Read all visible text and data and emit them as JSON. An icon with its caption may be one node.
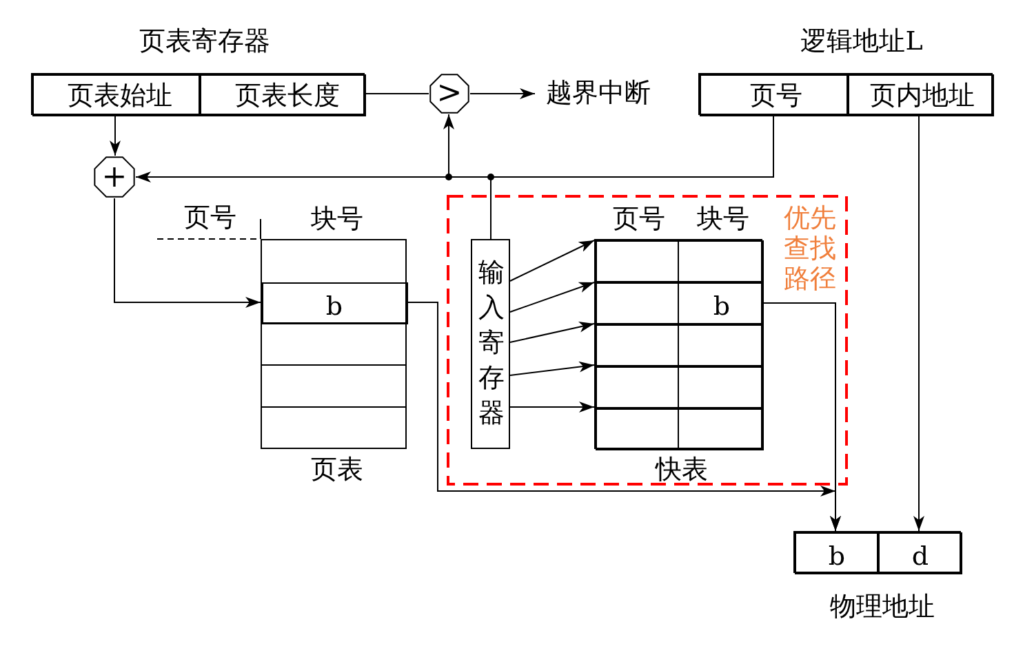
{
  "diagram": {
    "nodes": [
      {
        "text": [
          "页表寄存器"
        ]
      },
      {
        "text": [
          "页表始址"
        ],
        "in": 0
      },
      {
        "text": [
          "页表长度"
        ],
        "in": 0
      },
      {
        "text": [
          ">"
        ]
      },
      {
        "text": [
          "越界中断"
        ]
      },
      {
        "text": [
          "逻辑地址L"
        ]
      },
      {
        "text": [
          "页号"
        ],
        "in": 5
      },
      {
        "text": [
          "页内地址"
        ],
        "in": 5
      },
      {
        "text": [
          "+"
        ]
      },
      {
        "text": [
          "块号",
          "页表"
        ]
      },
      {
        "text": [
          "b"
        ],
        "in": 9
      },
      {
        "text": [
          "优先查找路径"
        ]
      },
      {
        "text": [
          "输入寄存器"
        ],
        "in": 11
      },
      {
        "text": [
          "页号",
          "块号",
          "快表"
        ],
        "in": 11
      },
      {
        "text": [],
        "shape": "box",
        "in": 13
      },
      {
        "text": [
          "b"
        ],
        "in": 13
      },
      {
        "text": [],
        "shape": "box",
        "in": 13
      },
      {
        "text": [],
        "shape": "box",
        "in": 13
      },
      {
        "text": [],
        "shape": "box",
        "in": 13
      },
      {
        "text": [
          "物理地址"
        ]
      },
      {
        "text": [
          "b"
        ],
        "in": 19
      },
      {
        "text": [
          "d"
        ],
        "in": 19
      }
    ],
    "edges": [
      {
        "from": 1,
        "to": 8,
        "arrow": "to"
      },
      {
        "from": 2,
        "to": 3,
        "arrow": "none"
      },
      {
        "from": 3,
        "to": 4,
        "arrow": "to"
      },
      {
        "from": 6,
        "to": 8,
        "arrow": "to"
      },
      {
        "from": 6,
        "to": 3,
        "arrow": "to"
      },
      {
        "from": 6,
        "to": 12,
        "arrow": "none"
      },
      {
        "from": 8,
        "to": 10,
        "arrow": "to"
      },
      {
        "from": 12,
        "to": 14,
        "arrow": "to"
      },
      {
        "from": 12,
        "to": 15,
        "arrow": "to"
      },
      {
        "from": 12,
        "to": 16,
        "arrow": "to"
      },
      {
        "from": 12,
        "to": 17,
        "arrow": "to"
      },
      {
        "from": 12,
        "to": 18,
        "arrow": "to"
      },
      {
        "from": 10,
        "to": 20,
        "arrow": "to"
      },
      {
        "from": 15,
        "to": 20,
        "arrow": "to"
      },
      {
        "from": 7,
        "to": 21,
        "arrow": "to"
      }
    ],
    "labels": [
      "页号"
    ]
  }
}
